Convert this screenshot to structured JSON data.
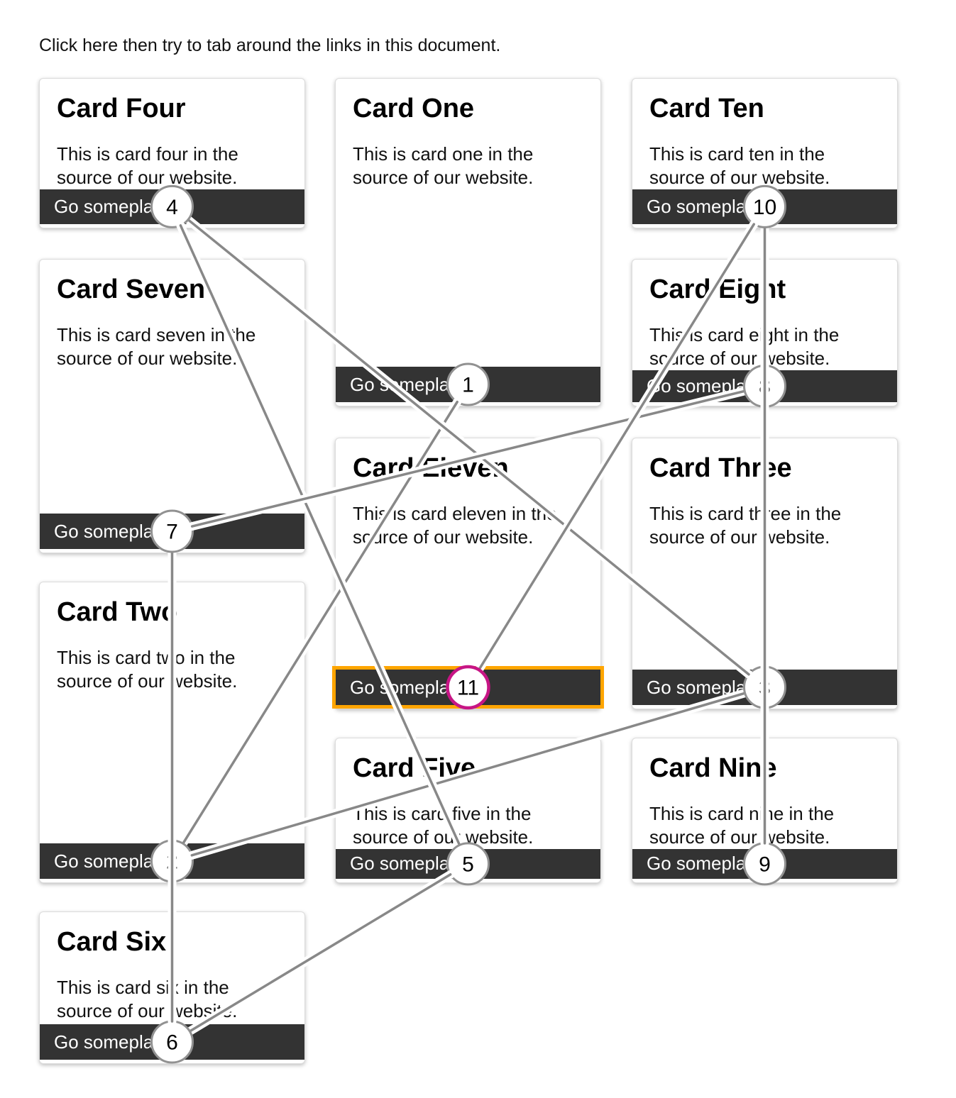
{
  "page": {
    "intro_text": "Click here then try to tab around the links in this document."
  },
  "cards": [
    {
      "name": "card-one",
      "title": "Card One",
      "body": "This is card one in the source of our website.",
      "link_label": "Go someplace",
      "tab_number": 1
    },
    {
      "name": "card-two",
      "title": "Card Two",
      "body": "This is card two in the source of our website.",
      "link_label": "Go someplace",
      "tab_number": 2
    },
    {
      "name": "card-three",
      "title": "Card Three",
      "body": "This is card three in the source of our website.",
      "link_label": "Go someplace",
      "tab_number": 3
    },
    {
      "name": "card-four",
      "title": "Card Four",
      "body": "This is card four in the source of our website.",
      "link_label": "Go someplace",
      "tab_number": 4
    },
    {
      "name": "card-five",
      "title": "Card Five",
      "body": "This is card five in the source of our website.",
      "link_label": "Go someplace",
      "tab_number": 5
    },
    {
      "name": "card-six",
      "title": "Card Six",
      "body": "This is card six in the source of our website.",
      "link_label": "Go someplace",
      "tab_number": 6
    },
    {
      "name": "card-seven",
      "title": "Card Seven",
      "body": "This is card seven in the source of our website.",
      "link_label": "Go someplace",
      "tab_number": 7
    },
    {
      "name": "card-eight",
      "title": "Card Eight",
      "body": "This is card eight in the source of our website.",
      "link_label": "Go someplace",
      "tab_number": 8
    },
    {
      "name": "card-nine",
      "title": "Card Nine",
      "body": "This is card nine in the source of our website.",
      "link_label": "Go someplace",
      "tab_number": 9
    },
    {
      "name": "card-ten",
      "title": "Card Ten",
      "body": "This is card ten in the source of our website.",
      "link_label": "Go someplace",
      "tab_number": 10
    },
    {
      "name": "card-eleven",
      "title": "Card Eleven",
      "body": "This is card eleven in the source of our website.",
      "link_label": "Go someplace",
      "tab_number": 11
    }
  ],
  "tab_order_overlay": {
    "sequence": [
      1,
      2,
      3,
      4,
      5,
      6,
      7,
      8,
      9,
      10,
      11
    ],
    "current": 11,
    "marker_numbers": [
      "1",
      "2",
      "3",
      "4",
      "5",
      "6",
      "7",
      "8",
      "9",
      "10",
      "11"
    ],
    "colors": {
      "line": "#888888",
      "line_casing": "#ffffff",
      "marker_fill": "#ffffff",
      "marker_border": "#919191",
      "current_marker_border": "#C71585",
      "focus_outline": "#FFA500",
      "button_bg": "#333333"
    }
  }
}
